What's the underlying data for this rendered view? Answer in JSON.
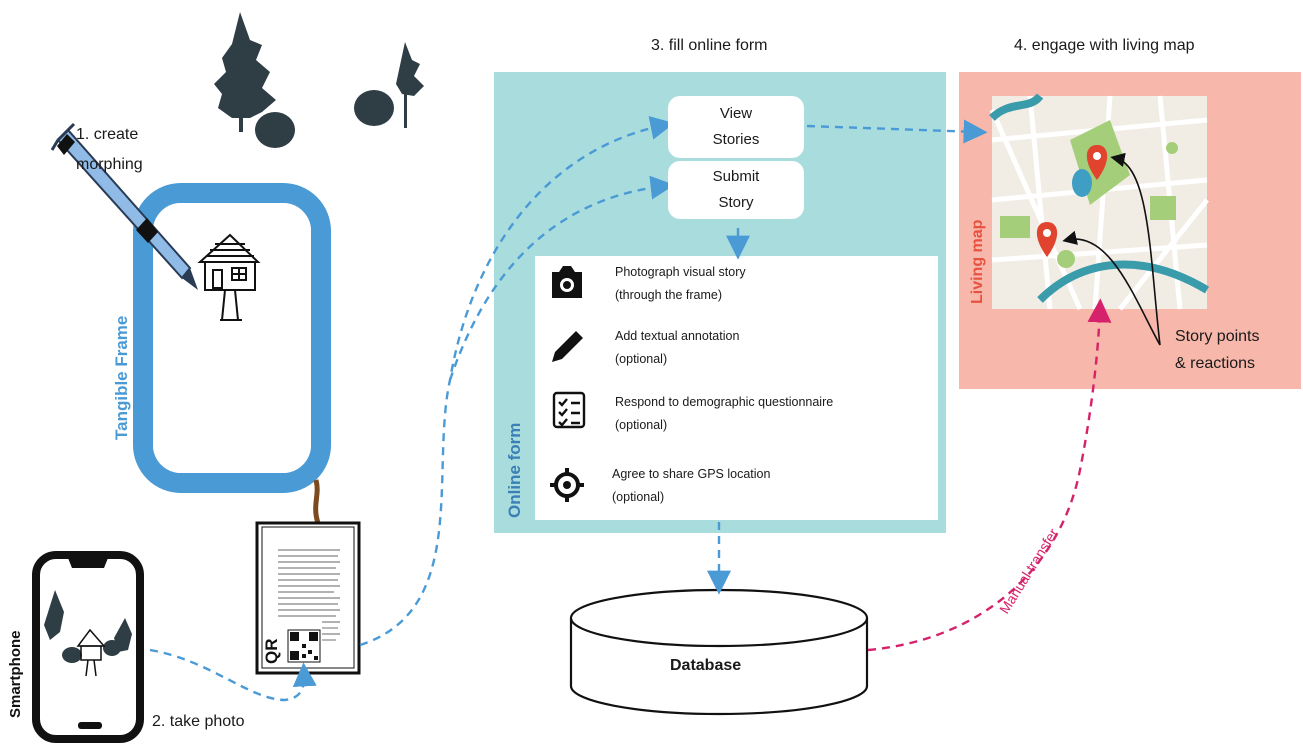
{
  "steps": {
    "create": "1. create\nmorphing",
    "photo": "2. take photo",
    "form": "3. fill online form",
    "map": "4. engage with living map"
  },
  "labels": {
    "tangible_frame": "Tangible Frame",
    "smartphone": "Smartphone",
    "qr": "QR",
    "online_form": "Online form",
    "living_map": "Living map",
    "database": "Database",
    "manual_transfer": "Manual transfer",
    "story_points": "Story points\n& reactions"
  },
  "buttons": {
    "view_stories": "View\nStories",
    "submit_story": "Submit\nStory"
  },
  "form_items": [
    {
      "icon": "camera-icon",
      "title": "Photograph visual story",
      "note": "(through the frame)"
    },
    {
      "icon": "pencil-icon",
      "title": "Add textual annotation",
      "note": "(optional)"
    },
    {
      "icon": "checklist-icon",
      "title": "Respond to demographic questionnaire",
      "note": "(optional)"
    },
    {
      "icon": "gps-target-icon",
      "title": "Agree to share GPS location",
      "note": "(optional)"
    }
  ],
  "colors": {
    "frame_blue": "#4a9ad6",
    "form_teal": "#a9dcdd",
    "map_pink": "#f7b7ab",
    "living_map_red": "#e8513f",
    "manual_magenta": "#d6226a",
    "arrow_blue": "#4a9ad6"
  }
}
